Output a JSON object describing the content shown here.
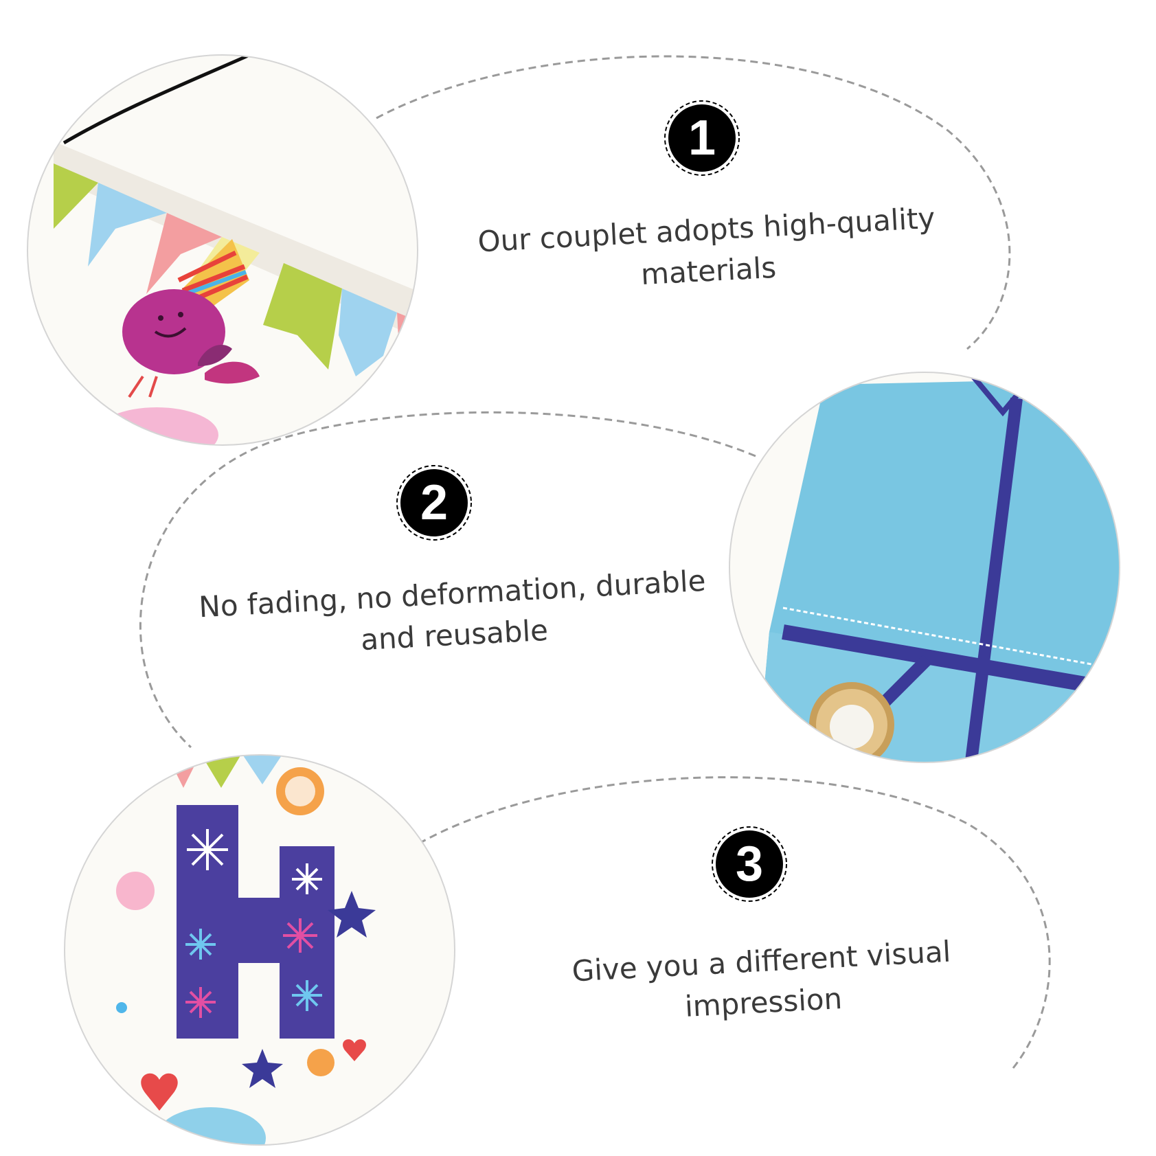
{
  "features": [
    {
      "number": "1",
      "line1": "Our couplet adopts high-quality",
      "line2": "materials"
    },
    {
      "number": "2",
      "line1": "No fading, no deformation, durable",
      "line2": "and reusable"
    },
    {
      "number": "3",
      "line1": "Give you a different visual",
      "line2": "impression"
    }
  ],
  "colors": {
    "text": "#3a3a3a",
    "badge": "#000000",
    "dash": "#9a9a9a",
    "flag_green": "#b6cf4a",
    "flag_blue": "#9fd3ef",
    "flag_pink": "#f39ea0",
    "flag_yellow": "#f3ec9a",
    "banner_blue": "#79c6e2",
    "banner_navy": "#3b3a98",
    "letter_purple": "#4b3f9f"
  },
  "images": [
    {
      "icon": "bunting-flags-and-bird-closeup"
    },
    {
      "icon": "blue-banner-with-metal-grommet-closeup"
    },
    {
      "icon": "purple-letter-h-with-stars-closeup"
    }
  ]
}
